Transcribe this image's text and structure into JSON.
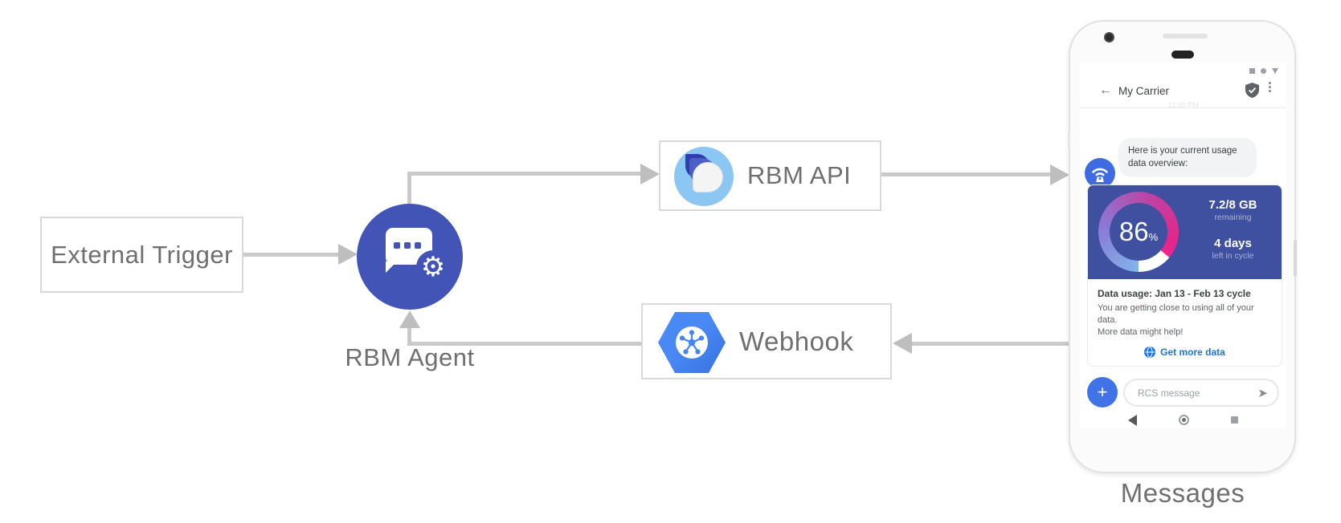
{
  "diagram": {
    "nodes": {
      "external_trigger": "External Trigger",
      "rbm_agent": "RBM Agent",
      "rbm_api": "RBM API",
      "webhook": "Webhook",
      "messages": "Messages"
    },
    "colors": {
      "arrow": "#C9C9C9",
      "agent_circle": "#4254B5",
      "webhook_hexagon": "#4285F4",
      "api_logo_circle": "#8CC7F4"
    }
  },
  "phone": {
    "header": {
      "title": "My Carrier"
    },
    "timestamp": "12:30 PM",
    "chat_message": "Here is your current usage data overview:",
    "usage_card": {
      "percent": "86",
      "percent_unit": "%",
      "remaining_value": "7.2/8 GB",
      "remaining_label": "remaining",
      "days_value": "4 days",
      "days_label": "left in cycle",
      "card_color": "#3E509F",
      "gauge_colors": [
        "#82B4E9",
        "#8A7BD7",
        "#E2268C"
      ]
    },
    "details_card": {
      "title": "Data usage: Jan 13 - Feb 13 cycle",
      "body_line1": "You are getting close to using all of your data.",
      "body_line2": "More data might help!",
      "action_label": "Get more data",
      "action_color": "#1A73E8"
    },
    "composer": {
      "plus_label": "+",
      "placeholder": "RCS message"
    }
  }
}
